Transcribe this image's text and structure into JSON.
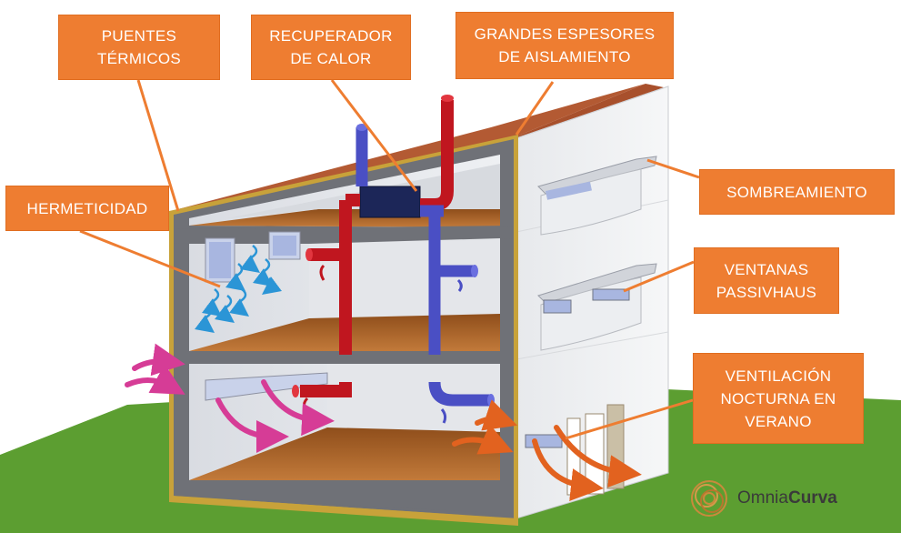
{
  "labels": {
    "puentes_termicos": "PUENTES\nTÉRMICOS",
    "recuperador": "RECUPERADOR\nDE CALOR",
    "aislamiento": "GRANDES ESPESORES\nDE AISLAMIENTO",
    "hermeticidad": "HERMETICIDAD",
    "sombreamiento": "SOMBREAMIENTO",
    "ventanas": "VENTANAS\nPASSIVHAUS",
    "ventilacion": "VENTILACIÓN\nNOCTURNA EN\nVERANO"
  },
  "brand": {
    "name_light": "Omnia",
    "name_bold": "Curva"
  },
  "colors": {
    "label_bg": "#ee7d31",
    "label_text": "#ffffff",
    "leader_line": "#ee7d31",
    "hot_duct": "#c0161f",
    "cold_duct": "#4a4fc4",
    "draft_arrow": "#2b95d6",
    "pink_arrow": "#d63c96",
    "night_arrow": "#e2621f",
    "roof": "#a8502c",
    "floor": "#b56a2c",
    "grass": "#5c9e31",
    "insulation": "#c8a23a"
  }
}
